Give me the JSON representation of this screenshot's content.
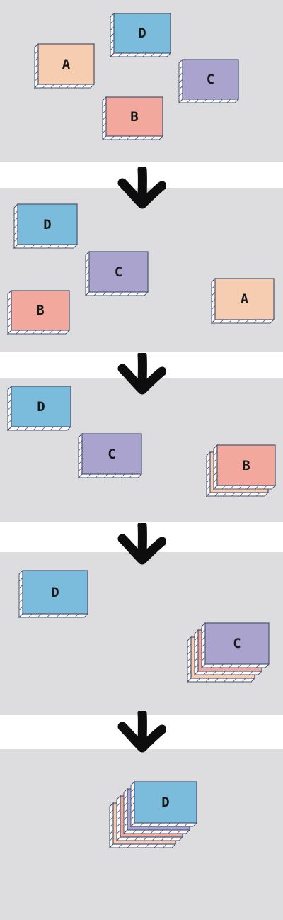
{
  "colors": {
    "A": "#f6cdb0",
    "B": "#f2a89c",
    "C": "#a9a3cd",
    "D": "#7bbcdc",
    "panel": "#dddde0",
    "edge": "#4a5470"
  },
  "stages": [
    {
      "cards": [
        {
          "label": "A"
        },
        {
          "label": "D"
        },
        {
          "label": "C"
        },
        {
          "label": "B"
        }
      ]
    },
    {
      "cards": [
        {
          "label": "D"
        },
        {
          "label": "C"
        },
        {
          "label": "B"
        },
        {
          "label": "A"
        }
      ]
    },
    {
      "cards": [
        {
          "label": "D"
        },
        {
          "label": "C"
        },
        {
          "label": "B",
          "stack": [
            "A"
          ]
        }
      ]
    },
    {
      "cards": [
        {
          "label": "D"
        },
        {
          "label": "C",
          "stack": [
            "A",
            "B"
          ]
        }
      ]
    },
    {
      "cards": [
        {
          "label": "D",
          "stack": [
            "A",
            "B",
            "C"
          ]
        }
      ]
    }
  ]
}
